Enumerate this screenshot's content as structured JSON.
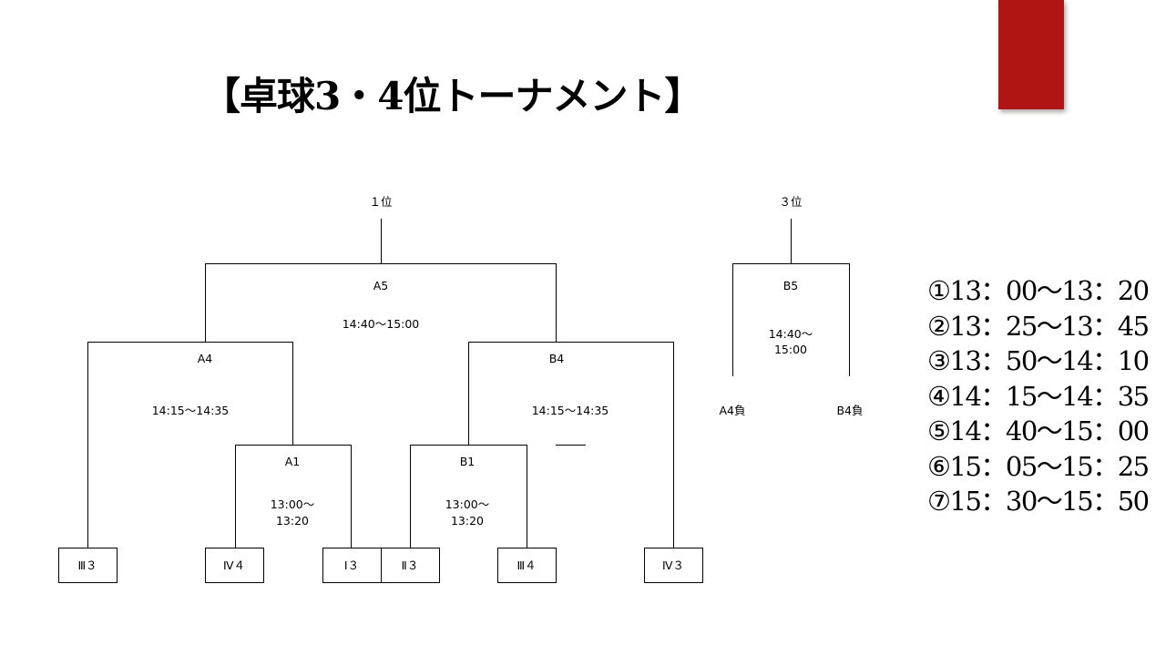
{
  "title": "【卓球3・4位トーナメント】",
  "accent_color": "#b01513",
  "line_color": "#000000",
  "bracket": {
    "winner1_label": "１位",
    "winner3_label": "３位",
    "A5": {
      "label": "A5",
      "time": "14:40〜15:00"
    },
    "A4": {
      "label": "A4",
      "time": "14:15〜14:35"
    },
    "B4": {
      "label": "B4",
      "time": "14:15〜14:35"
    },
    "A1": {
      "label": "A1",
      "time_line1": "13:00〜",
      "time_line2": "13:20"
    },
    "B1": {
      "label": "B1",
      "time_line1": "13:00〜",
      "time_line2": "13:20"
    },
    "B5": {
      "label": "B5",
      "time_line1": "14:40〜",
      "time_line2": "15:00"
    },
    "loser_A4": "A4負",
    "loser_B4": "B4負",
    "teams": [
      "Ⅲ３",
      "Ⅳ４",
      "Ⅰ３",
      "Ⅱ３",
      "Ⅲ４",
      "Ⅳ３"
    ]
  },
  "schedule": [
    "①13：00〜13：20",
    "②13：25〜13：45",
    "③13：50〜14：10",
    "④14：15〜14：35",
    "⑤14：40〜15：00",
    "⑥15：05〜15：25",
    "⑦15：30〜15：50"
  ]
}
